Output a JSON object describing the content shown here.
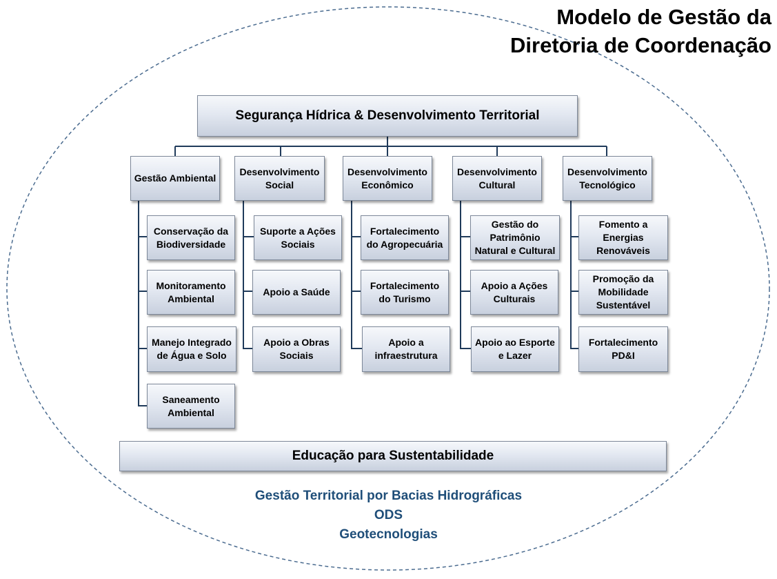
{
  "title": {
    "line1": "Modelo de Gestão da",
    "line2": "Diretoria de Coordenação"
  },
  "root": "Segurança Hídrica & Desenvolvimento Territorial",
  "pillars": [
    {
      "label": "Gestão Ambiental",
      "children": [
        "Conservação da Biodiversidade",
        "Monitoramento Ambiental",
        "Manejo Integrado de Água e Solo",
        "Saneamento Ambiental"
      ]
    },
    {
      "label": "Desenvolvimento Social",
      "children": [
        "Suporte a Ações Sociais",
        "Apoio a Saúde",
        "Apoio a Obras Sociais"
      ]
    },
    {
      "label": "Desenvolvimento Econômico",
      "children": [
        "Fortalecimento do Agropecuária",
        "Fortalecimento do Turismo",
        "Apoio a infraestrutura"
      ]
    },
    {
      "label": "Desenvolvimento Cultural",
      "children": [
        "Gestão do Patrimônio Natural e Cultural",
        "Apoio a Ações Culturais",
        "Apoio ao Esporte e Lazer"
      ]
    },
    {
      "label": "Desenvolvimento Tecnológico",
      "children": [
        "Fomento a Energias Renováveis",
        "Promoção da Mobilidade Sustentável",
        "Fortalecimento PD&I"
      ]
    }
  ],
  "base": "Educação para Sustentabilidade",
  "footer": {
    "line1": "Gestão Territorial por Bacias Hidrográficas",
    "line2": "ODS",
    "line3": "Geotecnologias"
  }
}
